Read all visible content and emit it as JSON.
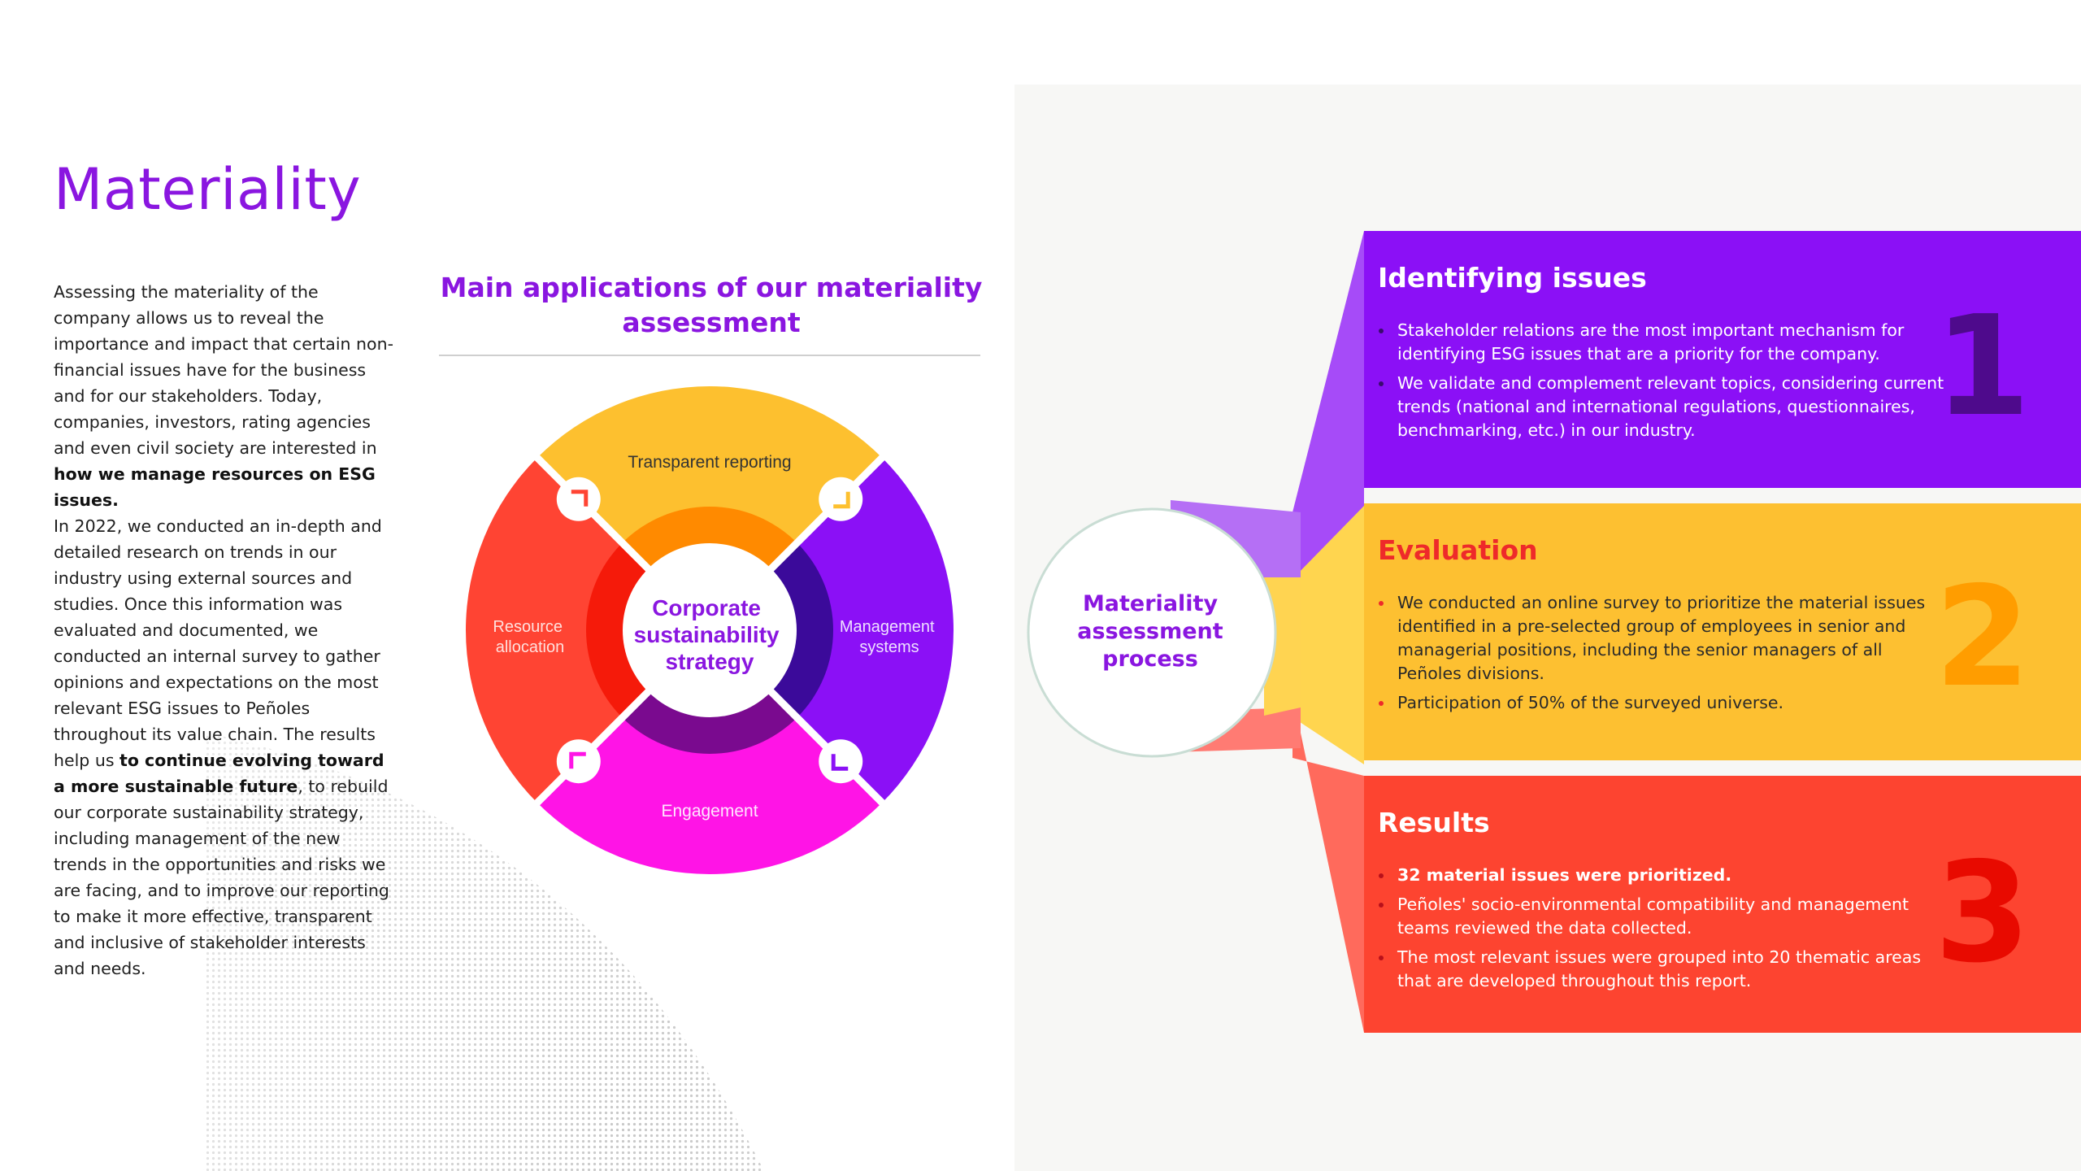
{
  "title": "Materiality",
  "intro": {
    "p1_before": "Assessing the materiality of the company allows us to reveal the importance and impact that certain non-financial issues have for the business and for our stakeholders. Today, companies, investors, rating agencies and even civil society are interested in ",
    "p1_bold": "how we manage resources on ESG issues.",
    "p2_before": "In 2022, we conducted an in-depth and detailed research on trends in our industry using external sources and studies. Once this information was evaluated and documented, we conducted an internal survey to gather opinions and expectations on the most relevant ESG issues to Peñoles throughout its value chain. The results help us ",
    "p2_bold": "to continue evolving toward a more sustainable future",
    "p2_after": ", to rebuild our corporate sustainability strategy, including management of the new trends in the opportunities and risks we are facing, and to improve our reporting to make it more effective, transparent and inclusive of stakeholder interests and needs."
  },
  "wheel": {
    "heading": "Main applications of our materiality assessment",
    "center": [
      "Corporate",
      "sustainability",
      "strategy"
    ],
    "top": "Transparent reporting",
    "left": [
      "Resource",
      "allocation"
    ],
    "right": [
      "Management",
      "systems"
    ],
    "bottom": "Engagement",
    "colors": {
      "top": "#fdc02f",
      "right": "#8b10f6",
      "bottom": "#ff14e6",
      "left": "#ff4433",
      "inner_top": "#ff8a00",
      "inner_right": "#3b0a9a",
      "inner_bottom": "#7a0a8f",
      "inner_left": "#f51a0a",
      "accent": "#8a16e0"
    }
  },
  "process": {
    "label": [
      "Materiality",
      "assessment",
      "process"
    ],
    "panels": [
      {
        "title": "Identifying issues",
        "number": "1",
        "color": "#8b10f6",
        "items": [
          "Stakeholder relations are the most important mechanism for identifying ESG issues that are a priority for the company.",
          "We validate and complement relevant topics, considering current trends (national and international regulations, questionnaires, benchmarking, etc.) in our industry."
        ]
      },
      {
        "title": "Evaluation",
        "number": "2",
        "color": "#fdc031",
        "items": [
          "We conducted an online survey to prioritize the material issues identified in a pre-selected group of employees in senior and managerial positions, including the senior managers of all Peñoles divisions.",
          "Participation of 50% of the surveyed universe."
        ]
      },
      {
        "title": "Results",
        "number": "3",
        "color": "#fd4430",
        "items": [
          "32 material issues were prioritized.",
          "Peñoles' socio-environmental compatibility and management teams reviewed the data collected.",
          "The most relevant issues were grouped into 20 thematic areas that are developed throughout this report."
        ]
      }
    ]
  }
}
